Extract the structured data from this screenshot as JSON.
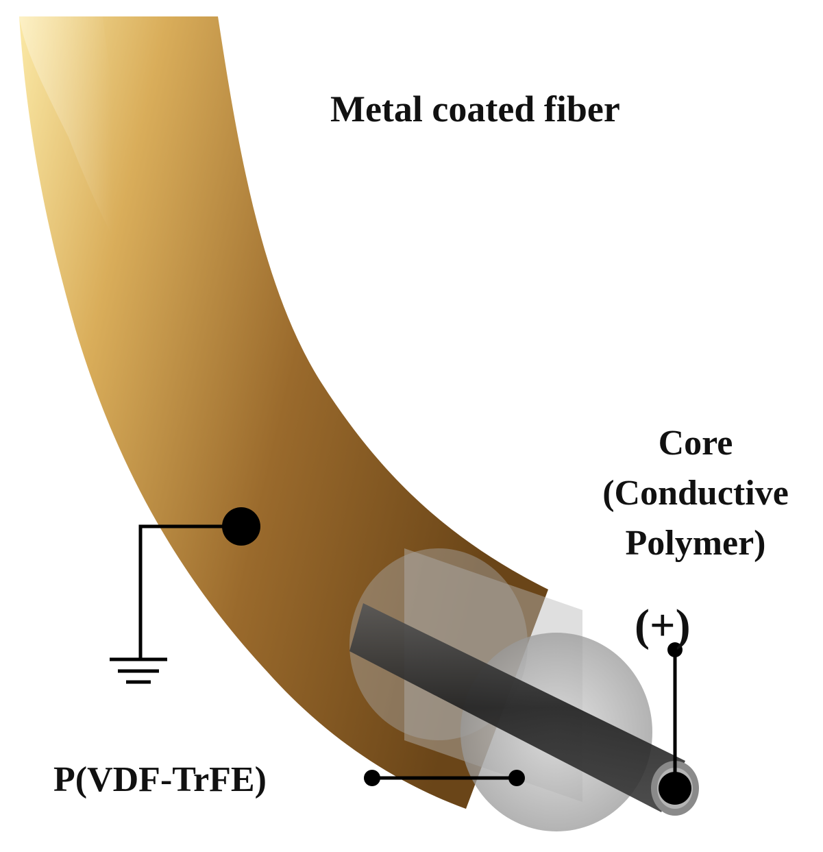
{
  "labels": {
    "metal_coated_fiber": "Metal coated fiber",
    "core_line1": "Core",
    "core_line2": "(Conductive",
    "core_line3": "Polymer)",
    "positive_terminal": "(+)",
    "shell_material": "P(VDF-TrFE)"
  },
  "colors": {
    "fiber_highlight": "#f9e59a",
    "fiber_mid": "#c99a48",
    "fiber_shadow": "#5c3c14",
    "core_color": "#2a2a2a",
    "shell_color": "#c8c8c8",
    "wire_color": "#000000"
  },
  "icons": {
    "ground": "ground-symbol-icon",
    "terminal": "terminal-dot-icon"
  }
}
